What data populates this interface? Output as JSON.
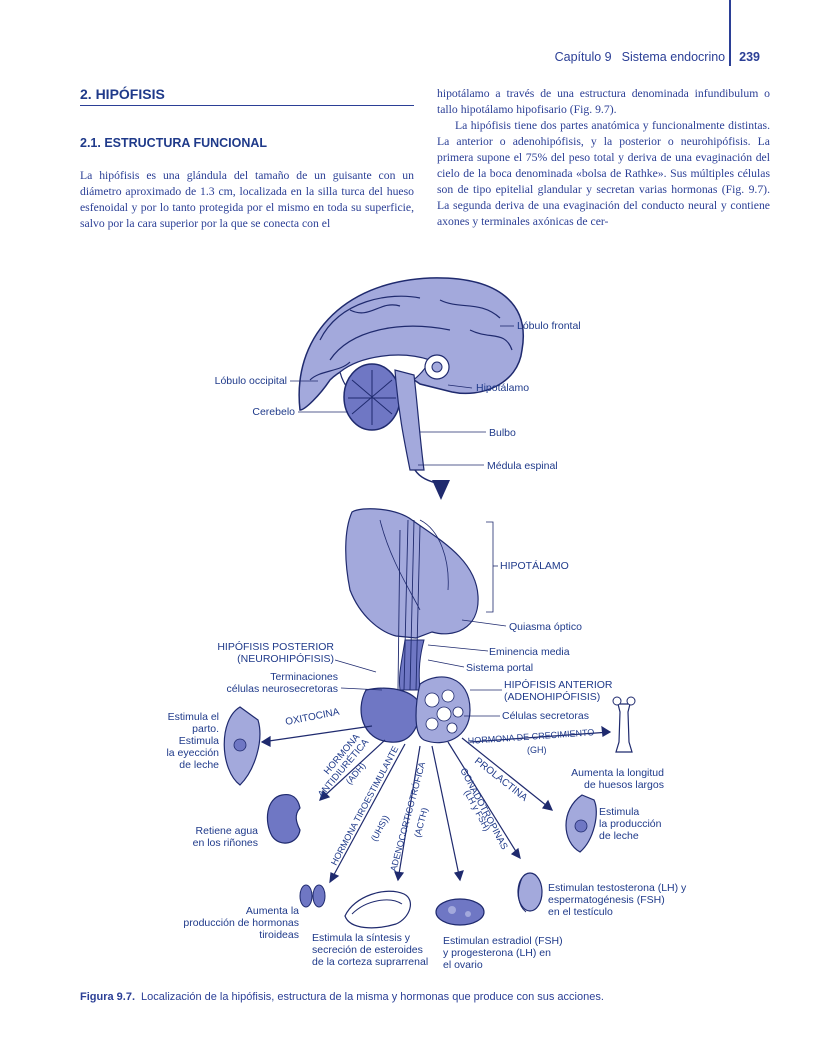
{
  "header": {
    "chapter": "Capítulo 9",
    "section": "Sistema endocrino",
    "page": "239"
  },
  "section_title": "2. HIPÓFISIS",
  "subsection_title": "2.1. ESTRUCTURA FUNCIONAL",
  "body": {
    "left_col": [
      "La hipófisis es una glándula del tamaño de un guisante con un diámetro aproximado de 1.3 cm, localizada en la silla turca del hueso esfenoidal y por lo tanto protegida por el mismo en toda su superficie, salvo por la cara superior por la que se conecta con el"
    ],
    "right_col": [
      "hipotálamo a través de una estructura denominada infundibulum o tallo hipotálamo hipofisario (Fig. 9.7).",
      "La hipófisis tiene dos partes anatómica y funcionalmente distintas. La anterior o adenohipófisis, y la posterior o neurohipófisis. La primera supone el 75% del peso total y deriva de una evaginación del cielo de la boca denominada «bolsa de Rathke». Sus múltiples células son de tipo epitelial glandular y secretan varias hormonas (Fig. 9.7). La segunda deriva de una evaginación del conducto neural y contiene axones y terminales axónicas de cer-"
    ]
  },
  "figure": {
    "brain_labels": {
      "frontal": "Lóbulo frontal",
      "occipital": "Lóbulo occipital",
      "cerebelo": "Cerebelo",
      "hipotalamo": "Hipotálamo",
      "bulbo": "Bulbo",
      "medula": "Médula espinal"
    },
    "pituitary_labels": {
      "hipotalamo": "HIPOTÁLAMO",
      "quiasma": "Quiasma óptico",
      "eminencia": "Eminencia media",
      "portal": "Sistema portal",
      "posterior_1": "HIPÓFISIS POSTERIOR",
      "posterior_2": "(NEUROHIPÓFISIS)",
      "terminaciones_1": "Terminaciones",
      "terminaciones_2": "células neurosecretoras",
      "anterior_1": "HIPÓFISIS ANTERIOR",
      "anterior_2": "(ADENOHIPÓFISIS)",
      "secretoras": "Células secretoras"
    },
    "hormones": {
      "oxitocina": "OXITOCINA",
      "adh_1": "HORMONA",
      "adh_2": "ANTIDIURÉTICA",
      "adh_3": "(ADH)",
      "tsh_1": "HORMONA TIROESTIMULANTE",
      "tsh_2": "(UHS))",
      "acth_1": "ADENOCORTICOTRÓFICA",
      "acth_2": "(ACTH)",
      "gonado_1": "GONADOTROPINAS",
      "gonado_2": "(LH y FSH)",
      "prolactina": "PROLACTINA",
      "gh_1": "HORMONA DE CRECIMIENTO",
      "gh_2": "(GH)"
    },
    "effects": {
      "oxitocina": [
        "Estimula el",
        "parto.",
        "Estimula",
        "la eyección",
        "de leche"
      ],
      "adh": [
        "Retiene agua",
        "en los riñones"
      ],
      "tsh": [
        "Aumenta la",
        "producción de hormonas",
        "tiroideas"
      ],
      "acth": [
        "Estimula la síntesis y",
        "secreción de esteroides",
        "de la corteza suprarrenal"
      ],
      "ovario": [
        "Estimulan estradiol (FSH)",
        "y progesterona (LH) en",
        "el ovario"
      ],
      "testiculo": [
        "Estimulan testosterona (LH) y",
        "espermatogénesis (FSH)",
        "en el testículo"
      ],
      "prolactina": [
        "Estimula",
        "la producción",
        "de leche"
      ],
      "gh": [
        "Aumenta la longitud",
        "de huesos largos"
      ]
    }
  },
  "caption": {
    "label": "Figura 9.7.",
    "text": "Localización de la hipófisis, estructura de la misma y hormonas que produce con sus acciones."
  },
  "colors": {
    "text": "#1f3a8a",
    "anatomy_fill": "#a3a9dc",
    "anatomy_dark": "#6f77c4",
    "line": "#1f2a6e"
  }
}
